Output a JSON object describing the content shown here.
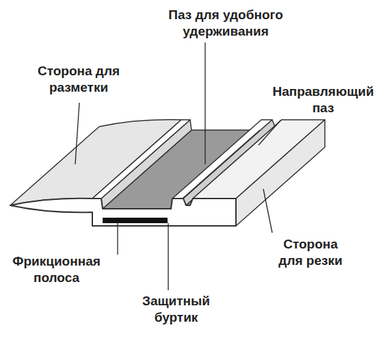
{
  "diagram": {
    "labels": [
      "Паз для удобного удерживания",
      "Сторона для разметки",
      "Направляющий паз",
      "Фрикционная полоса",
      "Защитный буртик",
      "Сторона для резки"
    ]
  }
}
